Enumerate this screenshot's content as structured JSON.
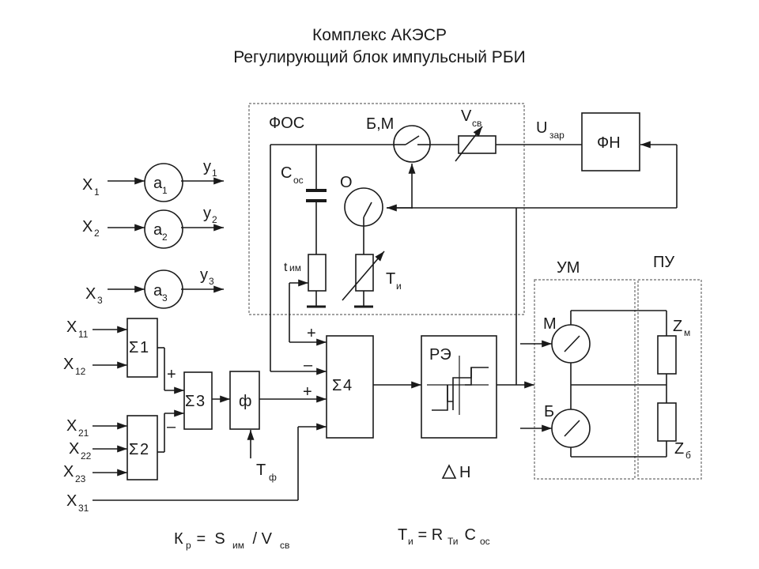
{
  "title": {
    "line1": "Комплекс АКЭСР",
    "line2": "Регулирующий блок импульсный РБИ"
  },
  "labels": {
    "fos": "ФОС",
    "bm": "Б,М",
    "v_main": "V",
    "v_sub": "св",
    "u_main": "U",
    "u_sub": "зар",
    "fn": "ФН",
    "c_main": "С",
    "c_sub": "ос",
    "o": "О",
    "t_main": "t",
    "t_sub": "им",
    "ti_main": "Т",
    "ti_sub": "и",
    "um": "УМ",
    "pu": "ПУ",
    "m": "М",
    "b": "Б",
    "zm_main": "Z",
    "zm_sub": "м",
    "zb_main": "Z",
    "zb_sub": "б",
    "re": "РЭ",
    "dh": "Н",
    "phi": "ф",
    "tphi_main": "Т",
    "tphi_sub": "ф",
    "plus": "+",
    "minus": "–"
  },
  "sums": {
    "s1": "1",
    "s2": "2",
    "s3": "3",
    "s4": "4",
    "sigma": "Σ"
  },
  "inputs": {
    "x1": {
      "main": "X",
      "sub": "1"
    },
    "x2": {
      "main": "X",
      "sub": "2"
    },
    "x3": {
      "main": "X",
      "sub": "3"
    },
    "x11": {
      "main": "X",
      "sub": "11"
    },
    "x12": {
      "main": "X",
      "sub": "12"
    },
    "x21": {
      "main": "X",
      "sub": "21"
    },
    "x22": {
      "main": "X",
      "sub": "22"
    },
    "x23": {
      "main": "X",
      "sub": "23"
    },
    "x31": {
      "main": "X",
      "sub": "31"
    }
  },
  "outputs": {
    "y1": {
      "main": "y",
      "sub": "1"
    },
    "y2": {
      "main": "y",
      "sub": "2"
    },
    "y3": {
      "main": "y",
      "sub": "3"
    }
  },
  "coef": {
    "a1": {
      "main": "a",
      "sub": "1"
    },
    "a2": {
      "main": "a",
      "sub": "2"
    },
    "a3": {
      "main": "a",
      "sub": "3"
    }
  },
  "formulas": {
    "kp": {
      "k": "К",
      "k_sub": "р",
      "eq": " =  S",
      "s_sub": "им",
      "slash": " / V",
      "v_sub": "св"
    },
    "ti": {
      "t": "Т",
      "t_sub": "и",
      "eq": " = R",
      "r_sub": "Ти",
      "c": " С",
      "c_sub": "ос"
    }
  }
}
